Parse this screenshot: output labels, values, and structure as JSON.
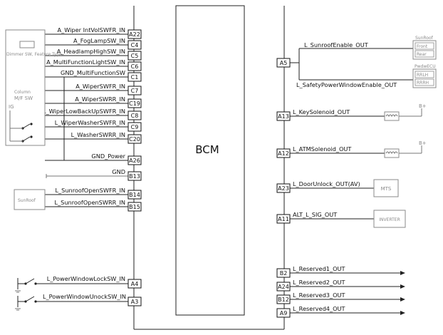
{
  "module": {
    "label": "BCM"
  },
  "left_pins": [
    {
      "pin": "A22",
      "signal": "A_Wiper IntVolSWFR_IN"
    },
    {
      "pin": "C4",
      "signal": "A_FogLampSW_IN"
    },
    {
      "pin": "C5",
      "signal": "A_HeadlampHighSW_IN"
    },
    {
      "pin": "C6",
      "signal": "A_MultiFunctionLightSW_IN"
    },
    {
      "pin": "C1",
      "signal": "GND_MultiFunctionSW"
    },
    {
      "pin": "C7",
      "signal": "A_WiperSWFR_IN"
    },
    {
      "pin": "C19",
      "signal": "A_WiperSWRR_IN"
    },
    {
      "pin": "C8",
      "signal": "L_WiperLowBackUpSWFR_IN"
    },
    {
      "pin": "C9",
      "signal": "L_WiperWasherSWFR_IN"
    },
    {
      "pin": "C20",
      "signal": "L_WasherSWRR_IN"
    },
    {
      "pin": "A26",
      "signal": "GND_Power"
    },
    {
      "pin": "B13",
      "signal": "GND"
    },
    {
      "pin": "B14",
      "signal": "L_SunroofOpenSWFR_IN"
    },
    {
      "pin": "B15",
      "signal": "L_SunroofOpenSWRR_IN"
    },
    {
      "pin": "A4",
      "signal": "L_PowerWindowLockSW_IN"
    },
    {
      "pin": "A3",
      "signal": "L_PowerWindowUnockSW_IN"
    }
  ],
  "right_pins": [
    {
      "pin": "A5",
      "signal": "L_SunroofEnable_OUT"
    },
    {
      "pin": "",
      "signal": "L_SafetyPowerWindowEnable_OUT"
    },
    {
      "pin": "A13",
      "signal": "L_KeySolenoid_OUT"
    },
    {
      "pin": "A12",
      "signal": "L_ATMSolenoid_OUT"
    },
    {
      "pin": "A23",
      "signal": "L_DoorUnlock_OUT(AV)"
    },
    {
      "pin": "A11",
      "signal": "ALT_L_SIG_OUT"
    },
    {
      "pin": "B2",
      "signal": "L_Reserved1_OUT"
    },
    {
      "pin": "A24",
      "signal": "L_Reserved2_OUT"
    },
    {
      "pin": "B12",
      "signal": "L_Reserved3_OUT"
    },
    {
      "pin": "A9",
      "signal": "L_Reserved4_OUT"
    }
  ],
  "devices": {
    "mf_switch_title": "Dimmer SW, Feature Type",
    "mf_switch_line1": "Column",
    "mf_switch_line2": "M/F  SW",
    "mf_switch_line3": "IG",
    "sunroof_switch": "SunRoof",
    "sunroof_ecu": "SunRoof",
    "sunroof_front": "Front",
    "sunroof_rear": "Rear",
    "pwdw_ecu": "PwdwECU",
    "pwdw_rlh": "RRLH",
    "pwdw_rrh": "RRRH",
    "battery1": "B+",
    "battery2": "B+",
    "mts": "MTS",
    "inverter": "INVERTER"
  },
  "colors": {
    "line": "#222222",
    "device": "#8a8a8a"
  }
}
